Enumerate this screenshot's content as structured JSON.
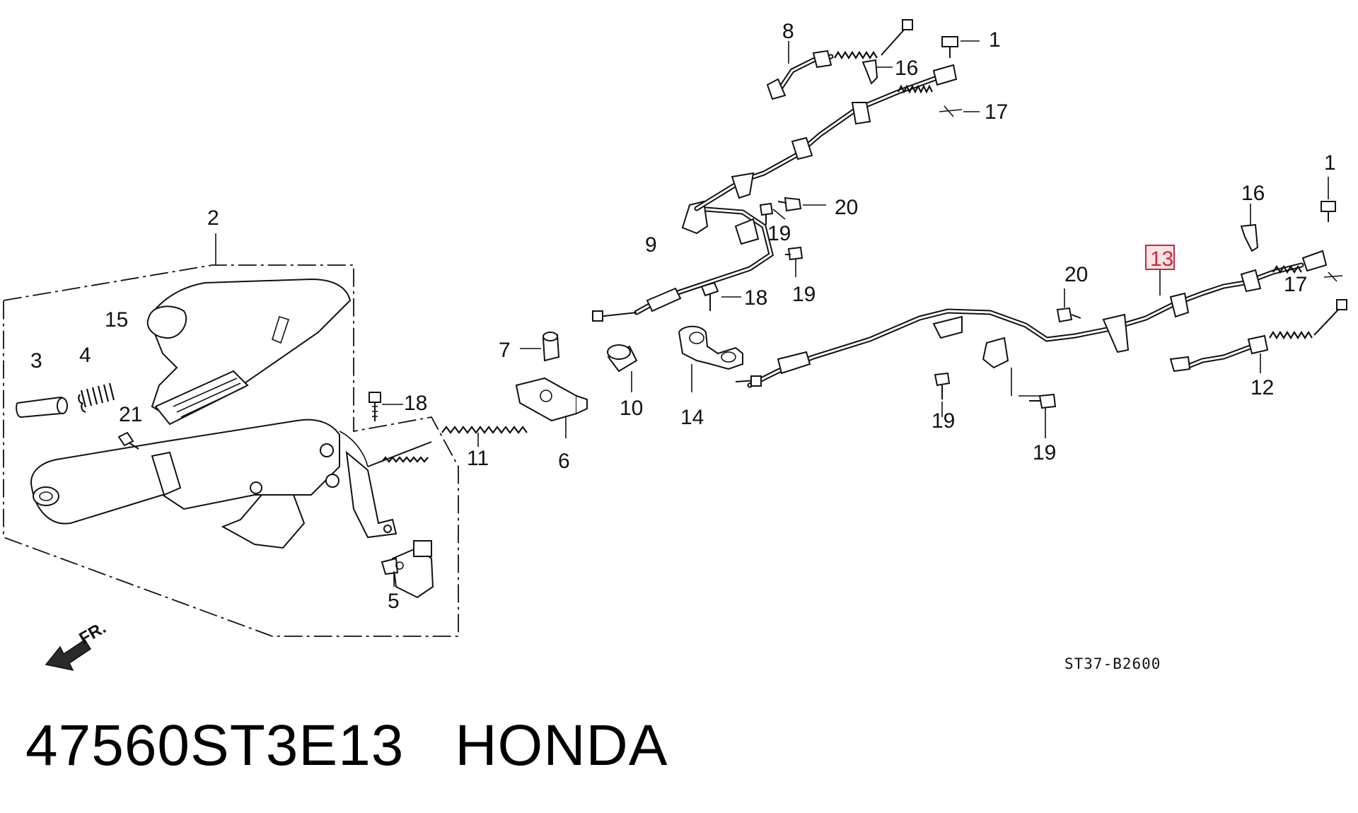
{
  "footer": {
    "part_number": "47560ST3E13",
    "brand": "HONDA"
  },
  "diagram": {
    "reference_code": "ST37-B2600",
    "direction_label": "FR.",
    "highlighted_callout": "13",
    "highlight_color": "#d2263b",
    "callouts": {
      "c1_top": "1",
      "c1_right": "1",
      "c2": "2",
      "c3": "3",
      "c4": "4",
      "c5": "5",
      "c6": "6",
      "c7": "7",
      "c8": "8",
      "c9": "9",
      "c10": "10",
      "c11": "11",
      "c12": "12",
      "c13": "13",
      "c14": "14",
      "c15": "15",
      "c16_top": "16",
      "c16_right": "16",
      "c17_top": "17",
      "c17_right": "17",
      "c18_upper": "18",
      "c18_lower": "18",
      "c19_a": "19",
      "c19_b": "19",
      "c19_c": "19",
      "c19_d": "19",
      "c20_top": "20",
      "c20_mid": "20",
      "c21": "21"
    }
  }
}
